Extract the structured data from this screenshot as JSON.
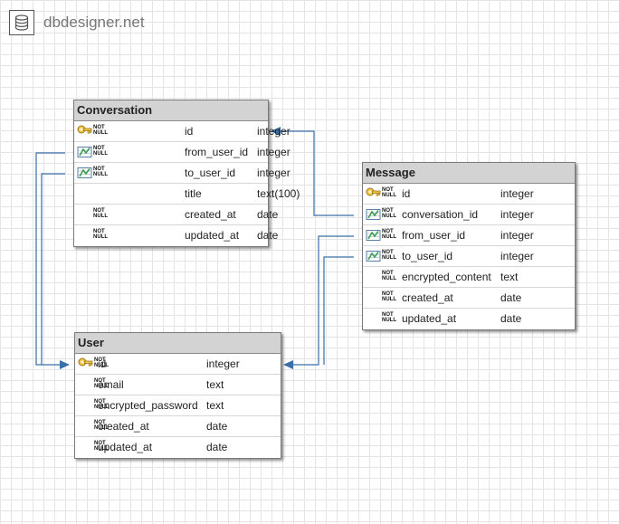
{
  "app": {
    "logo_text": "dbdesigner.net",
    "logo_icon": "database-icon"
  },
  "not_null_label": {
    "line1": "NOT",
    "line2": "NULL"
  },
  "tables": {
    "conversation": {
      "name": "Conversation",
      "fields": [
        {
          "name": "id",
          "type": "integer",
          "key": "primary",
          "not_null": true
        },
        {
          "name": "from_user_id",
          "type": "integer",
          "key": "foreign",
          "not_null": true
        },
        {
          "name": "to_user_id",
          "type": "integer",
          "key": "foreign",
          "not_null": true
        },
        {
          "name": "title",
          "type": "text(100)",
          "key": "none",
          "not_null": false
        },
        {
          "name": "created_at",
          "type": "date",
          "key": "none",
          "not_null": true
        },
        {
          "name": "updated_at",
          "type": "date",
          "key": "none",
          "not_null": true
        }
      ]
    },
    "message": {
      "name": "Message",
      "fields": [
        {
          "name": "id",
          "type": "integer",
          "key": "primary",
          "not_null": true
        },
        {
          "name": "conversation_id",
          "type": "integer",
          "key": "foreign",
          "not_null": true
        },
        {
          "name": "from_user_id",
          "type": "integer",
          "key": "foreign",
          "not_null": true
        },
        {
          "name": "to_user_id",
          "type": "integer",
          "key": "foreign",
          "not_null": true
        },
        {
          "name": "encrypted_content",
          "type": "text",
          "key": "none",
          "not_null": true
        },
        {
          "name": "created_at",
          "type": "date",
          "key": "none",
          "not_null": true
        },
        {
          "name": "updated_at",
          "type": "date",
          "key": "none",
          "not_null": true
        }
      ]
    },
    "user": {
      "name": "User",
      "fields": [
        {
          "name": "id",
          "type": "integer",
          "key": "primary",
          "not_null": true
        },
        {
          "name": "email",
          "type": "text",
          "key": "none",
          "not_null": true
        },
        {
          "name": "encrypted_password",
          "type": "text",
          "key": "none",
          "not_null": true
        },
        {
          "name": "created_at",
          "type": "date",
          "key": "none",
          "not_null": true
        },
        {
          "name": "updated_at",
          "type": "date",
          "key": "none",
          "not_null": true
        }
      ]
    }
  },
  "relations": [
    {
      "from": "message.conversation_id",
      "to": "conversation.id"
    },
    {
      "from": "conversation.from_user_id",
      "to": "user.id"
    },
    {
      "from": "conversation.to_user_id",
      "to": "user.id"
    },
    {
      "from": "message.from_user_id",
      "to": "user.id"
    },
    {
      "from": "message.to_user_id",
      "to": "user.id"
    }
  ],
  "colors": {
    "link": "#3a6fa8",
    "header": "#d3d3d3",
    "primary_key": "#d4a017",
    "foreign_key": "#3e9e4f"
  }
}
